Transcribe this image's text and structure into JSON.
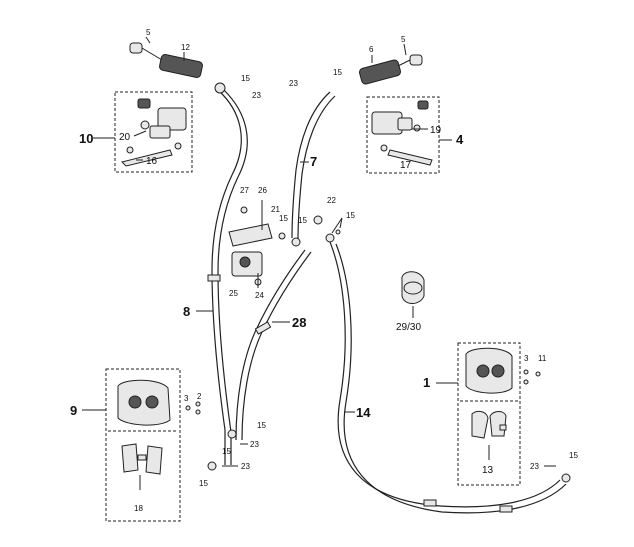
{
  "callouts": {
    "n1": "1",
    "n2": "2",
    "n3": "3",
    "n4": "4",
    "n5": "5",
    "n6": "6",
    "n7": "7",
    "n8": "8",
    "n9": "9",
    "n10": "10",
    "n11": "11",
    "n12": "12",
    "n13": "13",
    "n14": "14",
    "n15": "15",
    "n16": "16",
    "n17": "17",
    "n18": "18",
    "n19": "19",
    "n20": "20",
    "n21": "21",
    "n22": "22",
    "n23": "23",
    "n24": "24",
    "n25": "25",
    "n26": "26",
    "n27": "27",
    "n28": "28",
    "n29_30": "29/30"
  }
}
